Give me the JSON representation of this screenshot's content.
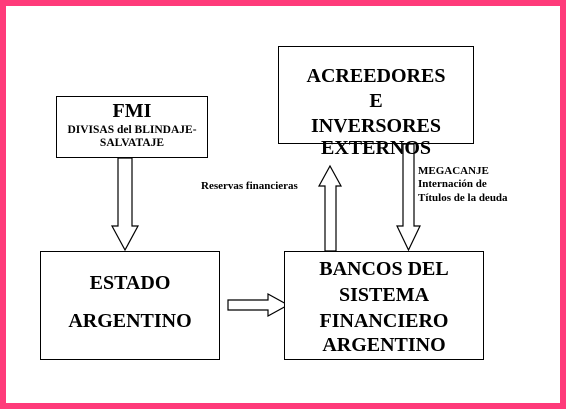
{
  "fmi": {
    "title": "FMI",
    "line1": "DIVISAS del BLINDAJE-",
    "line2": "SALVATAJE"
  },
  "acreedores": {
    "line1": "ACREEDORES",
    "line2": "E",
    "line3": "INVERSORES",
    "line4": "EXTERNOS"
  },
  "estado": {
    "line1": "ESTADO",
    "line2": "ARGENTINO"
  },
  "bancos": {
    "line1": "BANCOS DEL",
    "line2": "SISTEMA",
    "line3": "FINANCIERO",
    "line4": "ARGENTINO"
  },
  "labels": {
    "reservas": "Reservas financieras",
    "megacanje1": "MEGACANJE",
    "megacanje2": "Internación de",
    "megacanje3": "Títulos de  la deuda"
  },
  "colors": {
    "frame": "#ff3b7a"
  }
}
